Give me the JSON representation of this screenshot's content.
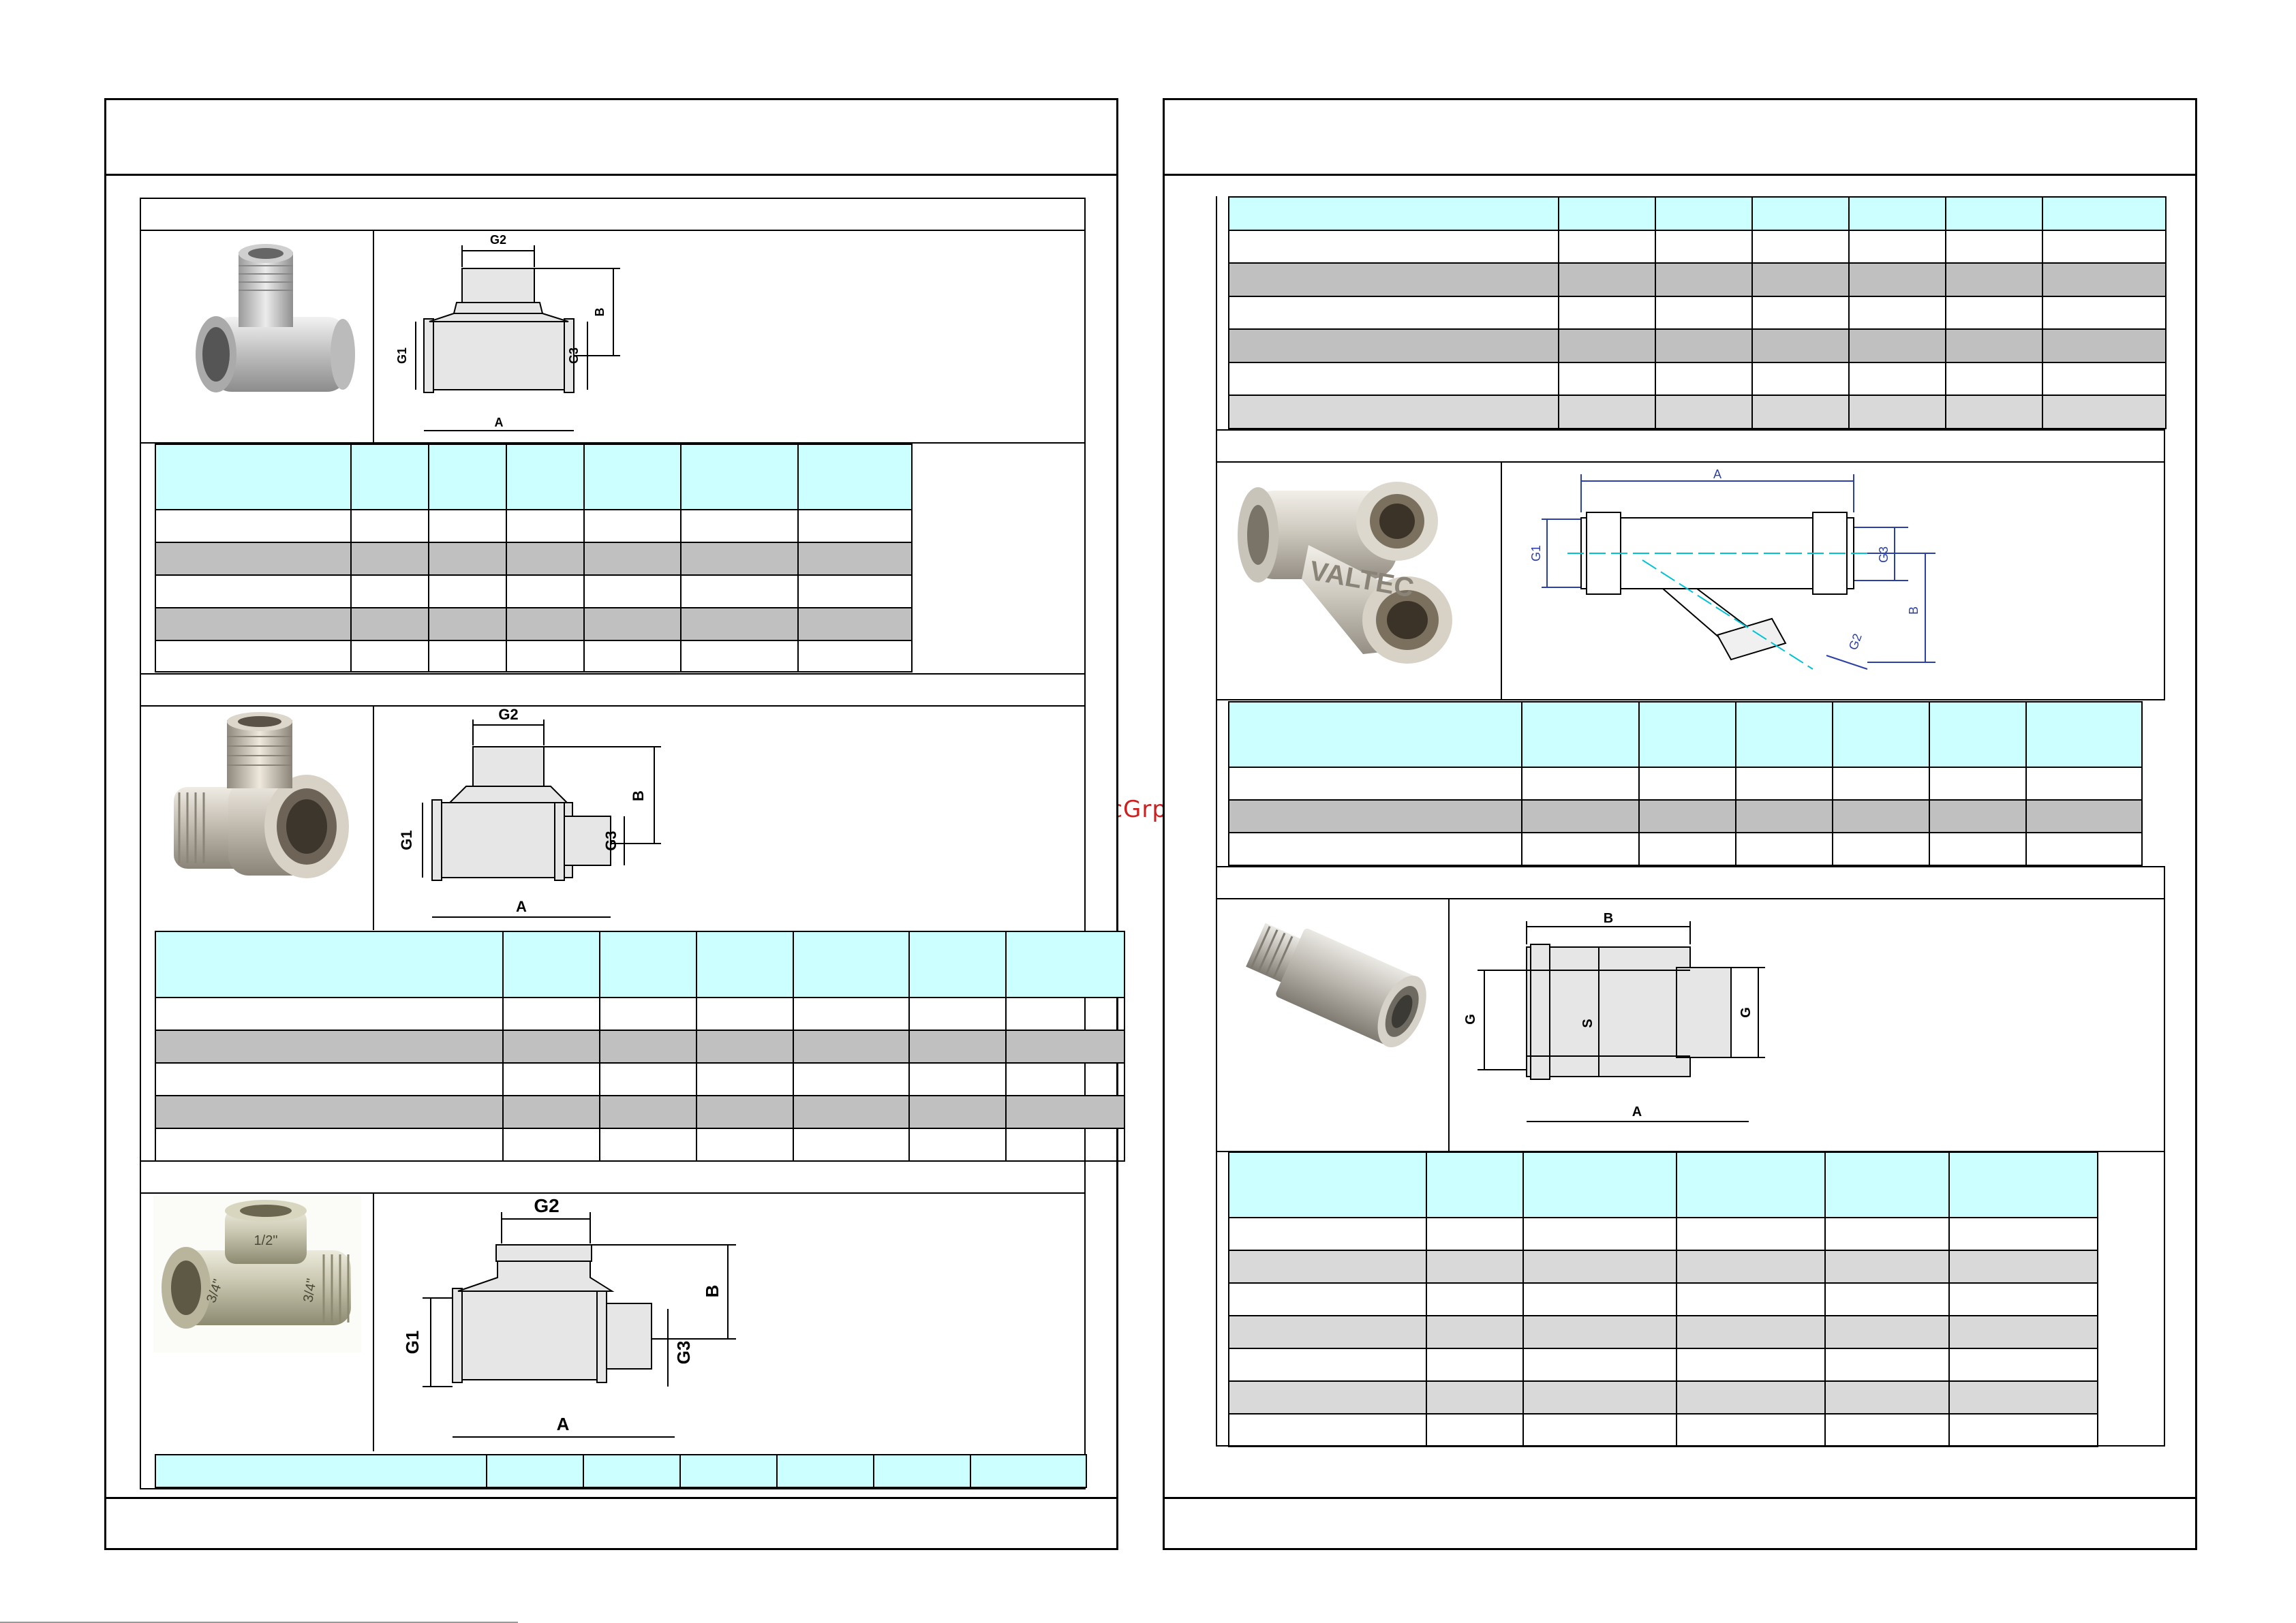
{
  "watermark": "McGrp.Ru",
  "left_page": {
    "sections": [
      {
        "photo": "tee-female-center-male-photo",
        "drawing_labels": {
          "top": "G2",
          "left": "G1",
          "right": "G3",
          "height": "B",
          "width": "A"
        }
      },
      {
        "photo": "tee-male-center-male-side-photo",
        "drawing_labels": {
          "top": "G2",
          "left": "G1",
          "right": "G3",
          "height": "B",
          "width": "A"
        }
      },
      {
        "photo": "tee-reducing-photo",
        "photo_markings": [
          "1/2\"",
          "3/4\"",
          "3/4\""
        ],
        "drawing_labels": {
          "top": "G2",
          "left": "G1",
          "right": "G3",
          "height": "B",
          "width": "A"
        }
      }
    ]
  },
  "right_page": {
    "sections": [
      {
        "photo": null
      },
      {
        "photo": "y-strainer-photo",
        "photo_markings": [
          "VALTEC"
        ],
        "drawing_labels": {
          "width": "A",
          "left": "G1",
          "right": "G3",
          "branch": "G2",
          "height": "B"
        }
      },
      {
        "photo": "extension-nipple-photo",
        "drawing_labels": {
          "top": "B",
          "left": "G",
          "right": "G",
          "middle": "S",
          "width": "A"
        }
      }
    ]
  },
  "colors": {
    "table_header": "#ccffff",
    "row_grey": "#c0c0c0",
    "row_light_grey": "#d9d9d9",
    "watermark": "#cc1f1f"
  }
}
